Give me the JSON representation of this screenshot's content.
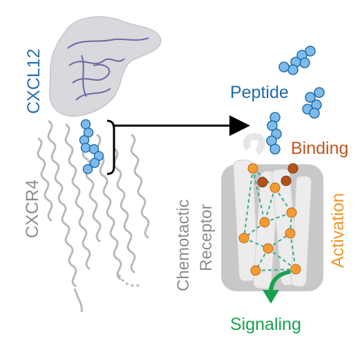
{
  "labels": {
    "ligand": "CXCL12",
    "receptor_structure": "CXCR4",
    "peptide": "Peptide",
    "binding": "Binding",
    "activation": "Activation",
    "receptor_line1": "Chemotactic",
    "receptor_line2": "Receptor",
    "signaling": "Signaling"
  },
  "colors": {
    "ligand_text": "#2a6db5",
    "receptor_text": "#8c8c8c",
    "peptide_text": "#1d6aa8",
    "peptide_bead": "#7fbbea",
    "peptide_bead_stroke": "#1f6eaa",
    "binding_text": "#c0561e",
    "binding_node": "#b4521c",
    "activation_text": "#f0962a",
    "activation_node": "#f39a33",
    "network_line": "#3aa88a",
    "signaling_text": "#1aa150",
    "signaling_arrow": "#1aa150",
    "membrane": "#c8c8c8",
    "arrow": "#000000"
  },
  "icons": [
    "protein-structure",
    "peptide-chain",
    "receptor-cartoon",
    "signaling-arrow"
  ]
}
